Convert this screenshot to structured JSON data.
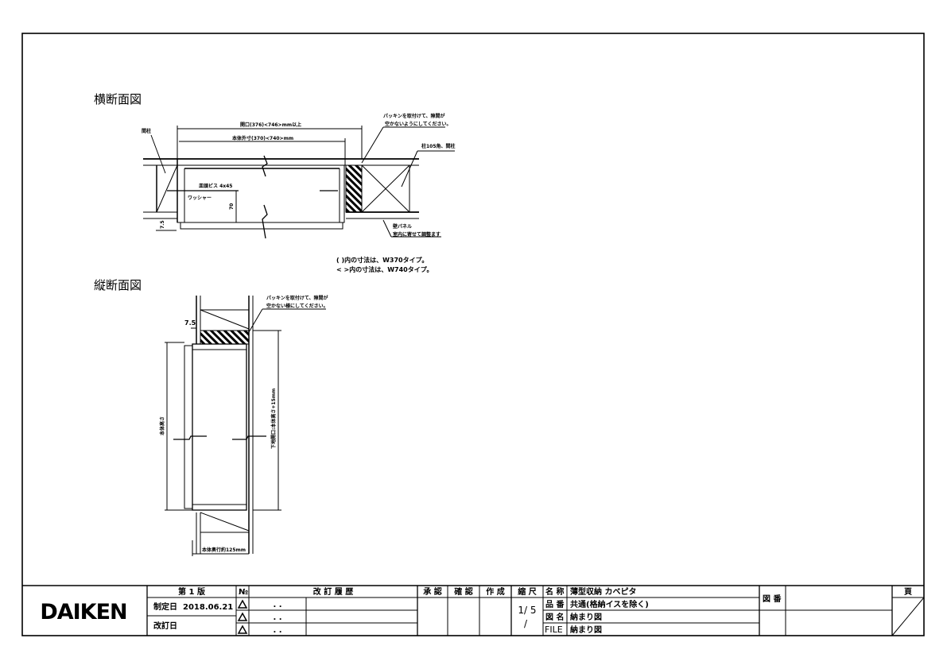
{
  "sections": {
    "horizontal_title": "横断面図",
    "vertical_title": "縦断面図"
  },
  "horizontal": {
    "stud_label": "間柱",
    "opening_dim": "開口(376)<746>mm以上",
    "body_dim": "本体外寸(370)<740>mm",
    "packing_note_1": "パッキンを取付けて、隙間が",
    "packing_note_2": "空かないようにしてください。",
    "post_label": "柱105角、間柱",
    "screw_label": "皿頭ビス 4x45",
    "washer_label": "ワッシャー",
    "depth_dim": "70",
    "offset_dim": "7.5",
    "panel_note_1": "壁パネル",
    "panel_note_2": "室内に寄せて調整ます",
    "note_w370": "( )内の寸法は、W370タイプ。",
    "note_w740": "< >内の寸法は、W740タイプ。"
  },
  "vertical": {
    "offset_dim": "7.5",
    "packing_note_1": "パッキンを取付けて、隙間が",
    "packing_note_2": "空かない様にしてください。",
    "body_height": "本体高さ",
    "opening_height": "下地開口:本体高さ+15mm",
    "body_depth": "本体奥行約125mm"
  },
  "title_block": {
    "logo": "DAIKEN",
    "edition": "第 1 版",
    "established_label": "制定日",
    "established_date": "2018.06.21",
    "revised_label": "改訂日",
    "no_header": "№",
    "revision_header": "改 訂 履 歴",
    "revision_rows": [
      ". .",
      ". .",
      ". ."
    ],
    "approve": "承 認",
    "check": "確 認",
    "create": "作 成",
    "scale_label": "縮 尺",
    "scale_value": "1/ 5",
    "scale_value2": "/",
    "name_label": "名 称",
    "name_value": "薄型収納 カベピタ",
    "part_label": "品 番",
    "part_value": "共通(格納イスを除く)",
    "drawing_name_label": "図 名",
    "drawing_name_value": "納まり図",
    "file_label": "FILE",
    "file_value": "納まり図",
    "drawing_no_label": "図 番",
    "page_label": "頁"
  }
}
